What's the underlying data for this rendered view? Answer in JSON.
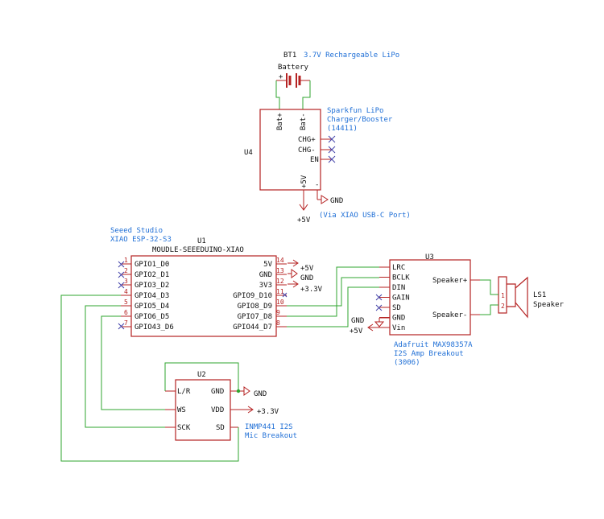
{
  "battery": {
    "ref": "BT1",
    "value": "Battery",
    "note": "3.7V Rechargeable LiPo",
    "plus": "+"
  },
  "charger": {
    "ref": "U4",
    "note_line1": "Sparkfun LiPo",
    "note_line2": "Charger/Booster",
    "note_line3": "(14411)",
    "pins": {
      "bat_plus": "Bat+",
      "bat_minus": "Bat-",
      "chg_plus": "CHG+",
      "chg_minus": "CHG-",
      "en": "EN",
      "vout": "+5V",
      "gnd_pin": "-"
    },
    "gnd_label": "GND",
    "vout_label": "+5V",
    "port_note": "(Via XIAO USB-C Port)"
  },
  "mcu": {
    "ref": "U1",
    "value": "MOUDLE-SEEEDUINO-XIAO",
    "note_line1": "Seeed Studio",
    "note_line2": "XIAO ESP-32-S3",
    "left_pins": [
      {
        "num": "1",
        "name": "GPIO1_D0"
      },
      {
        "num": "2",
        "name": "GPIO2_D1"
      },
      {
        "num": "3",
        "name": "GPIO3_D2"
      },
      {
        "num": "4",
        "name": "GPIO4_D3"
      },
      {
        "num": "5",
        "name": "GPIO5_D4"
      },
      {
        "num": "6",
        "name": "GPIO6_D5"
      },
      {
        "num": "7",
        "name": "GPIO43_D6"
      }
    ],
    "right_pins": [
      {
        "num": "14",
        "name": "5V"
      },
      {
        "num": "13",
        "name": "GND"
      },
      {
        "num": "12",
        "name": "3V3"
      },
      {
        "num": "11",
        "name": "GPIO9_D10"
      },
      {
        "num": "10",
        "name": "GPIO8_D9"
      },
      {
        "num": "9",
        "name": "GPIO7_D8"
      },
      {
        "num": "8",
        "name": "GPIO44_D7"
      }
    ],
    "pwr_5v": "+5V",
    "pwr_gnd": "GND",
    "pwr_3v3": "+3.3V"
  },
  "amp": {
    "ref": "U3",
    "note_line1": "Adafruit MAX98357A",
    "note_line2": "I2S Amp Breakout",
    "note_line3": "(3006)",
    "left_pins": [
      "LRC",
      "BCLK",
      "DIN",
      "GAIN",
      "SD",
      "GND",
      "Vin"
    ],
    "right_pins": [
      "Speaker+",
      "Speaker-"
    ],
    "gnd_label": "GND",
    "vin_label": "+5V"
  },
  "speaker": {
    "ref": "LS1",
    "value": "Speaker",
    "pin1": "1",
    "pin2": "2"
  },
  "mic": {
    "ref": "U2",
    "note_line1": "INMP441 I2S",
    "note_line2": "Mic Breakout",
    "left_pins": [
      "L/R",
      "WS",
      "SCK"
    ],
    "right_pins": [
      "GND",
      "VDD",
      "SD"
    ],
    "gnd_label": "GND",
    "vdd_label": "+3.3V"
  },
  "colors": {
    "wire": "#2fa52f",
    "component": "#b52222",
    "note": "#1f6fd6",
    "no_connect": "#4444aa"
  }
}
